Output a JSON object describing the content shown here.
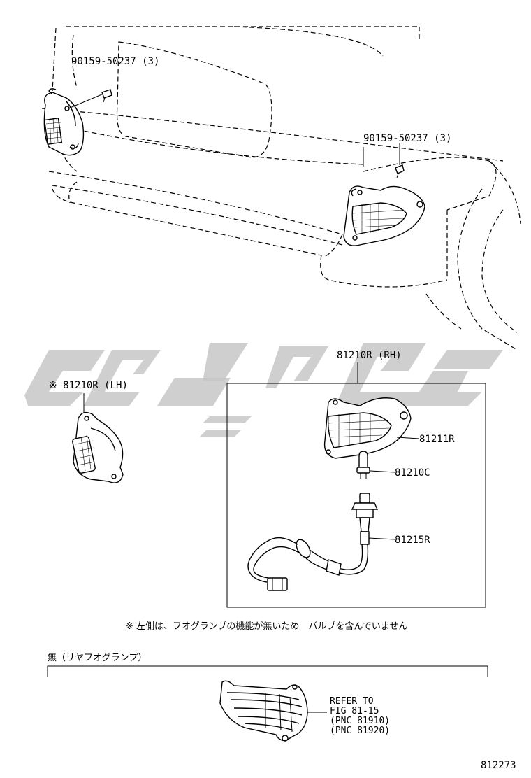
{
  "labels": {
    "bolt_left": "90159-50237 (3)",
    "bolt_right": "90159-50237 (3)",
    "lh_assembly": "※ 81210R (LH)",
    "rh_assembly": "81210R (RH)",
    "lens": "81211R",
    "bulb": "81210C",
    "socket_cord": "81215R",
    "note": "※ 左側は、フオグランプの機能が無いため　バルブを含んでいません",
    "without_section": "無（リヤフオグランプ）",
    "refer_line1": "REFER TO",
    "refer_line2": "FIG 81-15",
    "refer_line3": "(PNC 81910)",
    "refer_line4": "(PNC 81920)",
    "figure_number": "812273"
  },
  "icons": {
    "watermark": "brand-watermark",
    "bolt": "bolt-icon",
    "lamp": "fog-lamp-icon"
  },
  "colors": {
    "line": "#000000",
    "watermark": "#c7c7c7",
    "background": "#ffffff"
  }
}
